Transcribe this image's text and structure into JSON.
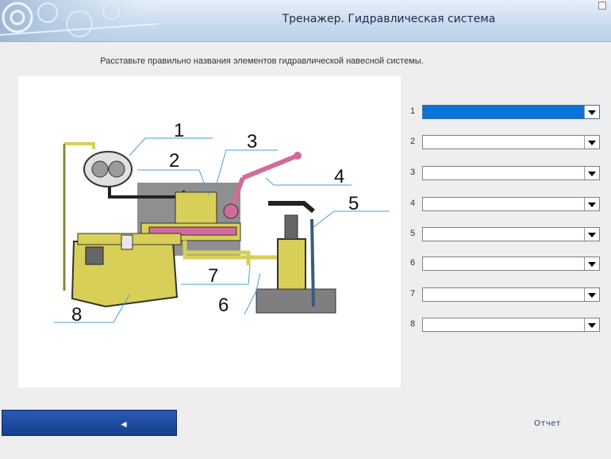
{
  "window": {
    "title": "Тренажер. Гидравлическая система"
  },
  "instruction": "Расставьте правильно названия элементов гидравлической навесной системы.",
  "diagram": {
    "numbers": [
      "1",
      "2",
      "3",
      "4",
      "5",
      "6",
      "7",
      "8"
    ]
  },
  "rows": [
    {
      "number": "1",
      "value": ""
    },
    {
      "number": "2",
      "value": ""
    },
    {
      "number": "3",
      "value": ""
    },
    {
      "number": "4",
      "value": ""
    },
    {
      "number": "5",
      "value": ""
    },
    {
      "number": "6",
      "value": ""
    },
    {
      "number": "7",
      "value": ""
    },
    {
      "number": "8",
      "value": ""
    }
  ],
  "footer": {
    "back_arrow": "◄",
    "report_label": "Отчет"
  },
  "colors": {
    "accent": "#0a74d9",
    "button": "#1f4ea3",
    "oil": "#d8cf58",
    "handle": "#d26b9c",
    "leader": "#4a9fd8"
  }
}
